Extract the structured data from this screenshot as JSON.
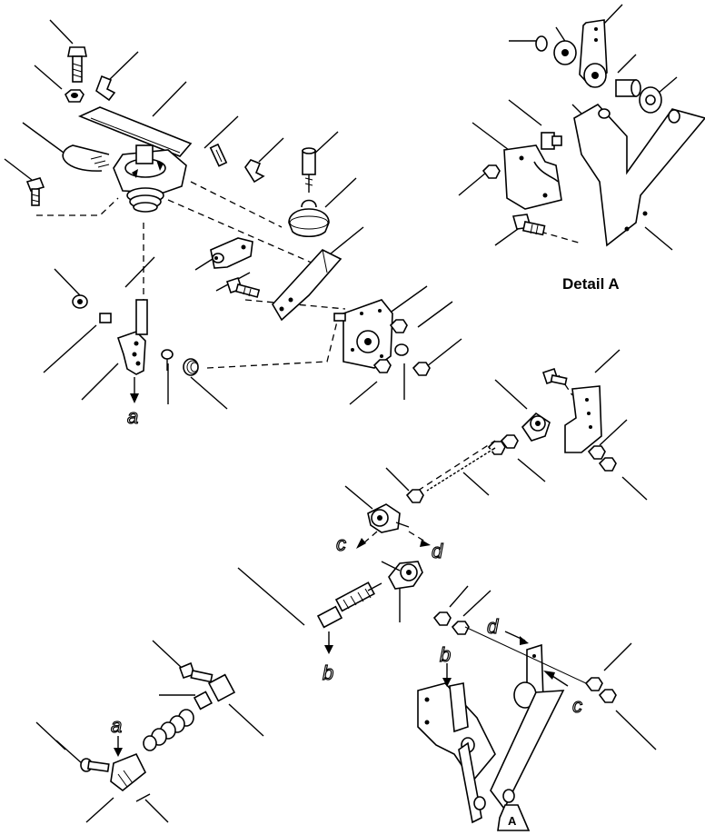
{
  "detail_title": "Detail  A",
  "detail_marker": "A",
  "refs": {
    "a_pedal": "a",
    "a_cable": "a",
    "b_cable": "b",
    "b_lower": "b",
    "c_mid": "c",
    "c_lower": "c",
    "d_mid": "d",
    "d_lower": "d"
  }
}
